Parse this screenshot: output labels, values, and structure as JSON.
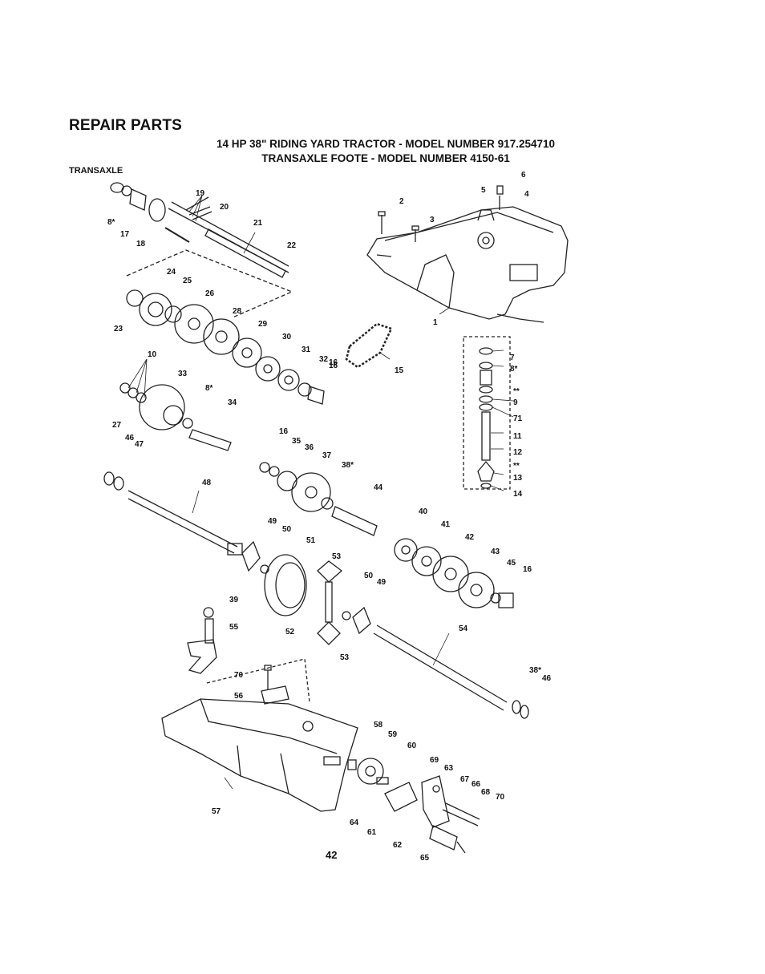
{
  "header": {
    "title": "REPAIR PARTS",
    "subtitle_line1": "14 HP 38\" RIDING YARD TRACTOR - MODEL NUMBER 917.254710",
    "subtitle_line2": "TRANSAXLE FOOTE - MODEL NUMBER 4150-61",
    "section": "TRANSAXLE"
  },
  "page_number": "42",
  "callouts": [
    "1",
    "2",
    "3",
    "4",
    "5",
    "6",
    "7",
    "8*",
    "**",
    "9",
    "71",
    "11",
    "12",
    "**",
    "13",
    "14",
    "15",
    "16",
    "8*",
    "17",
    "18",
    "19",
    "20",
    "21",
    "22",
    "23",
    "24",
    "25",
    "26",
    "28",
    "29",
    "30",
    "31",
    "32",
    "16",
    "10",
    "33",
    "8*",
    "34",
    "27",
    "46",
    "47",
    "48",
    "16",
    "35",
    "36",
    "37",
    "38*",
    "44",
    "49",
    "50",
    "51",
    "40",
    "41",
    "42",
    "43",
    "45",
    "16",
    "53",
    "50",
    "49",
    "39",
    "55",
    "52",
    "53",
    "54",
    "38*",
    "46",
    "70",
    "56",
    "57",
    "58",
    "59",
    "60",
    "69",
    "63",
    "67",
    "66",
    "68",
    "70",
    "64",
    "61",
    "62",
    "65"
  ]
}
